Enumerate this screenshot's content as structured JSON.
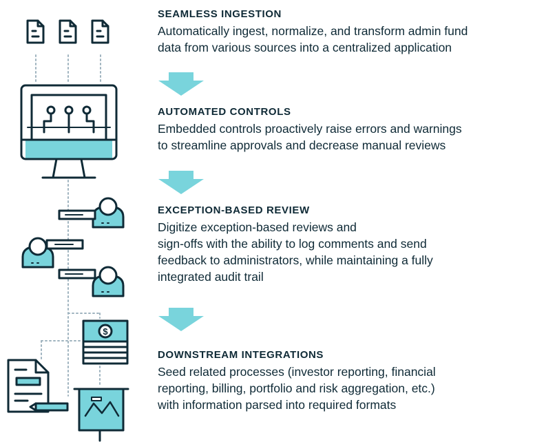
{
  "colors": {
    "ink": "#0f2a36",
    "accent": "#79d4dc",
    "dotted": "#9fb3bf",
    "background": "#ffffff"
  },
  "steps": [
    {
      "title": "SEAMLESS INGESTION",
      "lines": [
        "Automatically ingest, normalize, and transform admin fund",
        "data from various sources into a centralized application"
      ]
    },
    {
      "title": "AUTOMATED CONTROLS",
      "lines": [
        "Embedded controls proactively raise errors and warnings",
        "to streamline approvals and decrease manual reviews"
      ]
    },
    {
      "title": "EXCEPTION-BASED REVIEW",
      "lines": [
        "Digitize exception-based reviews and",
        "sign-offs with the ability to log comments and send",
        "feedback to administrators, while maintaining a fully",
        "integrated audit trail"
      ]
    },
    {
      "title": "DOWNSTREAM INTEGRATIONS",
      "lines": [
        "Seed related processes (investor reporting, financial",
        "reporting, billing, portfolio and risk aggregation, etc.)",
        "with information parsed into required formats"
      ]
    }
  ],
  "icons": {
    "documents": "document-icon",
    "monitor": "monitor-circuit-icon",
    "reviewers": "user-comment-icon",
    "money": "cash-stack-icon",
    "report": "report-document-icon",
    "presentation": "presentation-chart-icon",
    "flow_arrow": "down-arrow-icon"
  },
  "money_symbol": "$"
}
